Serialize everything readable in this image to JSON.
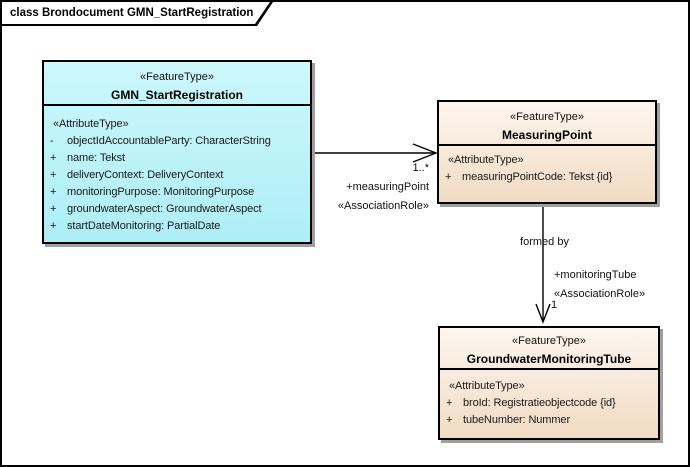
{
  "frame": {
    "title": "class Brondocument GMN_StartRegistration"
  },
  "classes": {
    "gmn": {
      "stereotype": "«FeatureType»",
      "name": "GMN_StartRegistration",
      "attr_header": "«AttributeType»",
      "attributes": [
        {
          "vis": "-",
          "text": "objectIdAccountableParty: CharacterString"
        },
        {
          "vis": "+",
          "text": "name: Tekst"
        },
        {
          "vis": "+",
          "text": "deliveryContext: DeliveryContext"
        },
        {
          "vis": "+",
          "text": "monitoringPurpose: MonitoringPurpose"
        },
        {
          "vis": "+",
          "text": "groundwaterAspect: GroundwaterAspect"
        },
        {
          "vis": "+",
          "text": "startDateMonitoring: PartialDate"
        }
      ]
    },
    "measuring_point": {
      "stereotype": "«FeatureType»",
      "name": "MeasuringPoint",
      "attr_header": "«AttributeType»",
      "attributes": [
        {
          "vis": "+",
          "text": "measuringPointCode: Tekst {id}"
        }
      ]
    },
    "tube": {
      "stereotype": "«FeatureType»",
      "name": "GroundwaterMonitoringTube",
      "attr_header": "«AttributeType»",
      "attributes": [
        {
          "vis": "+",
          "text": "broId: Registratieobjectcode {id}"
        },
        {
          "vis": "+",
          "text": "tubeNumber: Nummer"
        }
      ]
    }
  },
  "associations": {
    "measuring_point": {
      "multiplicity": "1..*",
      "role": "+measuringPoint",
      "stereotype": "«AssociationRole»"
    },
    "monitoring_tube": {
      "name": "formed by",
      "role": "+monitoringTube",
      "stereotype": "«AssociationRole»",
      "multiplicity": "1"
    }
  },
  "colors": {
    "frame_border": "#000000",
    "cyan_fill_top": "#ccf8fc",
    "cyan_fill_bottom": "#aeeef6",
    "orange_fill_top": "#fdf6ef",
    "orange_fill_bottom": "#f1dbc3",
    "box_shadow": "#a0a0a0",
    "connector": "#000000",
    "text": "#1a1a1a"
  }
}
